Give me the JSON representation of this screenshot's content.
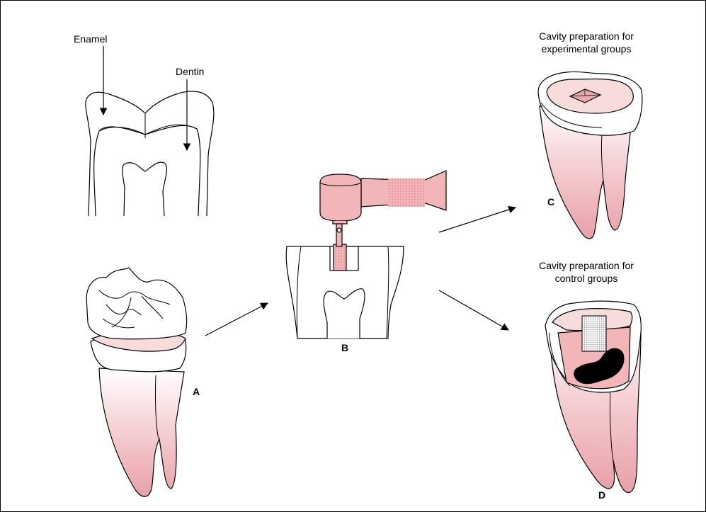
{
  "labels": {
    "enamel": "Enamel",
    "dentin": "Dentin",
    "panel_a": "A",
    "panel_b": "B",
    "panel_c": "C",
    "panel_d": "D",
    "experimental_line1": "Cavity preparation for",
    "experimental_line2": "experimental groups",
    "control_line1": "Cavity preparation for",
    "control_line2": "control groups"
  },
  "colors": {
    "outline": "#000000",
    "root_pink": "#e8a8b0",
    "pale_pink": "#f8dcdc",
    "handpiece_pink": "#f2b5b8",
    "cavity_dark": "#000000"
  }
}
